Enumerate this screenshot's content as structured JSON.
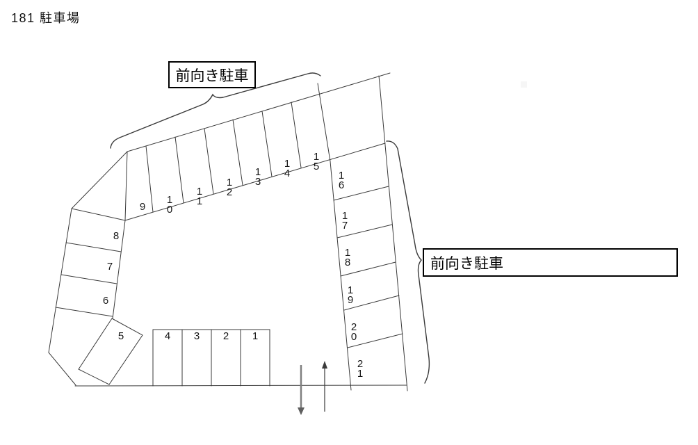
{
  "title": "181 駐車場",
  "annotations": {
    "top_box_label": "前向き駐車",
    "right_box_label": "前向き駐車"
  },
  "spaces": {
    "top_row": [
      "9",
      "10",
      "11",
      "12",
      "13",
      "14",
      "15"
    ],
    "right_column": [
      "16",
      "17",
      "18",
      "19",
      "20",
      "21"
    ],
    "left_column": [
      "8",
      "7",
      "6"
    ],
    "corner": "5",
    "bottom_row": [
      "4",
      "3",
      "2",
      "1"
    ]
  },
  "icons": {
    "exit_arrow": "arrow-down-icon",
    "entry_arrow": "arrow-up-icon"
  },
  "colors": {
    "line": "#3a3a3a",
    "text": "#000000",
    "arrow_gray": "#7f7f7f",
    "box_border": "#000000",
    "background": "#ffffff"
  }
}
